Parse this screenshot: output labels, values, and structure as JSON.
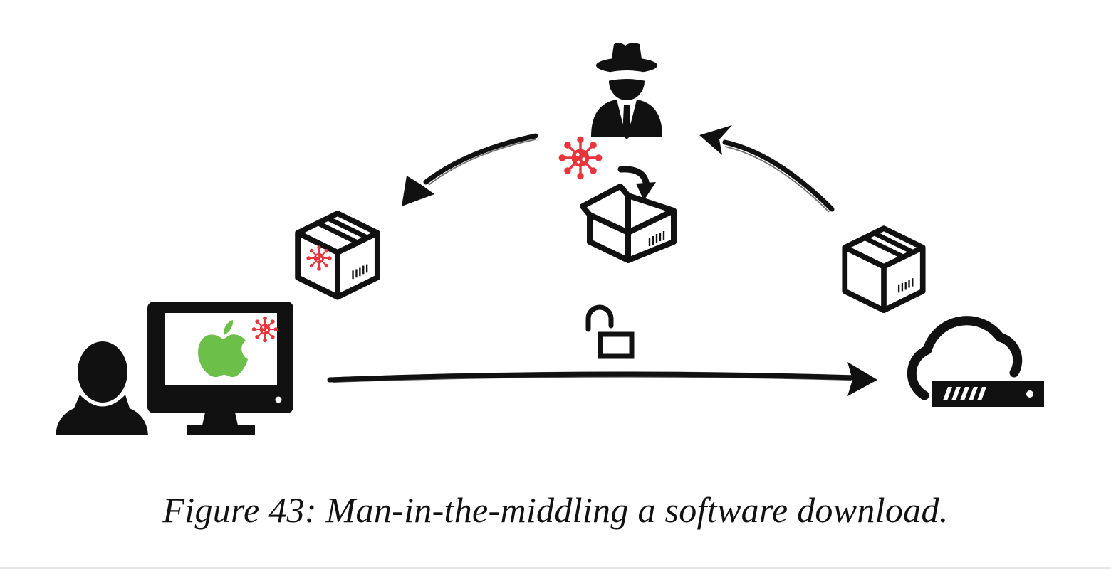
{
  "figure": {
    "caption": "Figure 43: Man-in-the-middling a software download."
  },
  "nodes": [
    {
      "name": "user",
      "icon": "person-silhouette-icon"
    },
    {
      "name": "computer",
      "icon": "monitor-icon",
      "screen_logo": "apple-logo-icon",
      "infected": true
    },
    {
      "name": "attacker",
      "icon": "spy-hat-icon"
    },
    {
      "name": "server",
      "icon": "cloud-server-icon"
    }
  ],
  "packages": [
    {
      "name": "package-from-server",
      "icon": "package-box-icon",
      "infected": false
    },
    {
      "name": "package-being-tampered",
      "icon": "open-box-inject-icon",
      "infected": true
    },
    {
      "name": "package-to-user",
      "icon": "package-box-icon",
      "infected": true
    }
  ],
  "connection": {
    "encrypted": false,
    "icon": "unlocked-padlock-icon"
  },
  "colors": {
    "ink": "#111111",
    "malware": "#e8343b",
    "apple": "#6cc04a",
    "background": "#ffffff"
  }
}
